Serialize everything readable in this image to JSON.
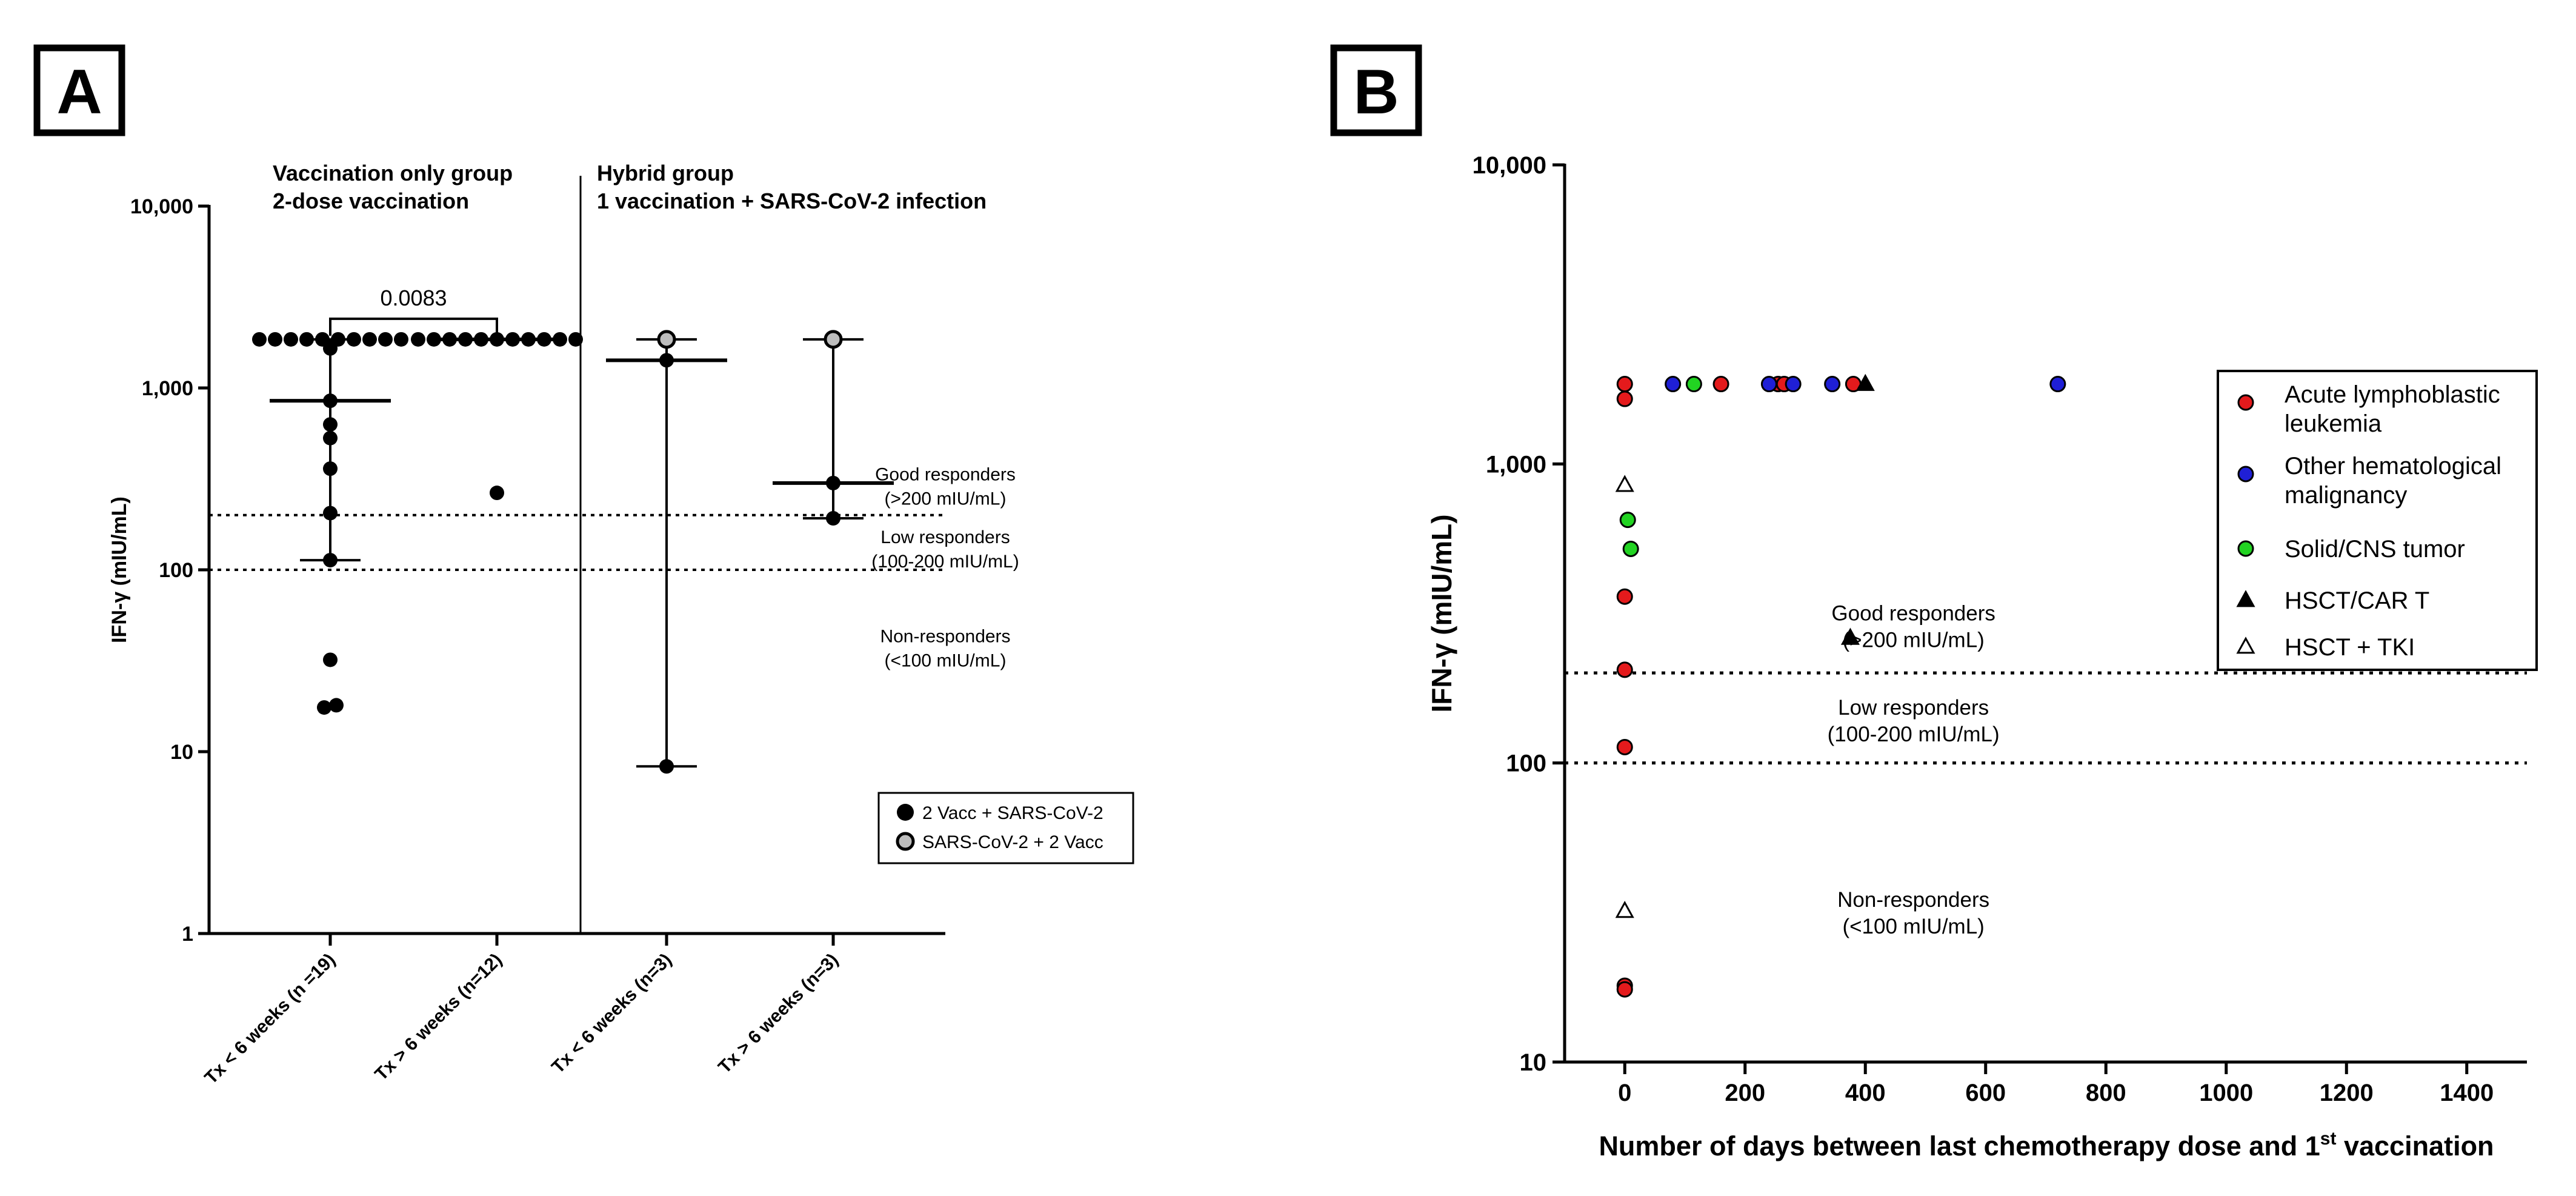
{
  "colors": {
    "axis": "#000000",
    "all": "#e41a1c",
    "other_heme": "#1f1fd6",
    "solid_cns": "#22d322",
    "vaccination_first": "#000000",
    "infection_first": "#bdbdbd"
  },
  "panels": {
    "a": {
      "label": "A"
    },
    "b": {
      "label": "B"
    }
  },
  "chart_data": [
    {
      "panel": "A",
      "type": "scatter",
      "y_scale": "log",
      "ylim": [
        1,
        10000
      ],
      "yticks": [
        1,
        10,
        100,
        1000,
        10000
      ],
      "ytick_labels": [
        "1",
        "10",
        "100",
        "1,000",
        "10,000"
      ],
      "ylabel": "IFN-γ (mIU/mL)",
      "xlabel": "",
      "categories": [
        "Tx < 6 weeks (n =19)",
        "Tx > 6 weeks (n=12)",
        "Tx < 6 weeks (n=3)",
        "Tx > 6 weeks (n=3)"
      ],
      "groups": [
        {
          "title_lines": [
            "Vaccination only group",
            "2-dose vaccination"
          ],
          "categories": [
            0,
            1
          ]
        },
        {
          "title_lines": [
            "Hybrid group",
            "1 vaccination + SARS-CoV-2 infection"
          ],
          "categories": [
            2,
            3
          ]
        }
      ],
      "series": [
        {
          "name": "2 Vacc + SARS-CoV-2",
          "marker": "filled-black",
          "points": [
            [
              0,
              1850
            ],
            [
              0,
              1850
            ],
            [
              0,
              1850
            ],
            [
              0,
              1850
            ],
            [
              0,
              1850
            ],
            [
              0,
              1850
            ],
            [
              0,
              1850
            ],
            [
              0,
              1850
            ],
            [
              0,
              1850
            ],
            [
              0,
              1850
            ],
            [
              0,
              1650
            ],
            [
              0,
              850
            ],
            [
              0,
              630
            ],
            [
              0,
              530
            ],
            [
              0,
              360
            ],
            [
              0,
              205
            ],
            [
              0,
              113
            ],
            [
              0,
              32
            ],
            [
              0,
              18
            ],
            [
              0,
              17.5
            ],
            [
              1,
              1850
            ],
            [
              1,
              1850
            ],
            [
              1,
              1850
            ],
            [
              1,
              1850
            ],
            [
              1,
              1850
            ],
            [
              1,
              1850
            ],
            [
              1,
              1850
            ],
            [
              1,
              1850
            ],
            [
              1,
              1850
            ],
            [
              1,
              1850
            ],
            [
              1,
              1850
            ],
            [
              1,
              265
            ],
            [
              2,
              1420
            ],
            [
              2,
              8.3
            ],
            [
              3,
              300
            ],
            [
              3,
              192
            ]
          ]
        },
        {
          "name": "SARS-CoV-2 + 2 Vacc",
          "marker": "filled-grey",
          "points": [
            [
              2,
              1850
            ],
            [
              3,
              1850
            ]
          ]
        }
      ],
      "summary": [
        {
          "category": 0,
          "center": 850,
          "low": 113,
          "high": 1850
        },
        {
          "category": 1,
          "center": 1850,
          "low": 1850,
          "high": 1850
        },
        {
          "category": 2,
          "center": 1420,
          "low": 8.3,
          "high": 1850
        },
        {
          "category": 3,
          "center": 300,
          "low": 192,
          "high": 1850
        }
      ],
      "significance": {
        "from": 0,
        "to": 1,
        "y": 2400,
        "label": "0.0083"
      },
      "thresholds": [
        200,
        100
      ],
      "annotations": [
        {
          "lines": [
            "Good responders",
            "(>200 mIU/mL)"
          ],
          "y": 310
        },
        {
          "lines": [
            "Low responders",
            "(100-200 mIU/mL)"
          ],
          "y": 140
        },
        {
          "lines": [
            "Non-responders",
            "(<100 mIU/mL)"
          ],
          "y": 40
        }
      ],
      "legend": {
        "placement": "bottom-right",
        "entries": [
          {
            "label": "2 Vacc + SARS-CoV-2",
            "marker": "filled-black"
          },
          {
            "label": "SARS-CoV-2 + 2 Vacc",
            "marker": "filled-grey"
          }
        ]
      }
    },
    {
      "panel": "B",
      "type": "scatter",
      "y_scale": "log",
      "ylim": [
        10,
        10000
      ],
      "yticks": [
        10,
        100,
        1000,
        10000
      ],
      "ytick_labels": [
        "10",
        "100",
        "1,000",
        "10,000"
      ],
      "ylabel": "IFN-γ (mIU/mL)",
      "xlim": [
        -100,
        1500
      ],
      "xticks": [
        0,
        200,
        400,
        600,
        800,
        1000,
        1200,
        1400
      ],
      "xtick_labels": [
        "0",
        "200",
        "400",
        "600",
        "800",
        "1000",
        "1200",
        "1400"
      ],
      "xlabel": {
        "main": "Number of days between last chemotherapy dose and 1",
        "superscript": "st",
        "tail": " vaccination"
      },
      "series": [
        {
          "name": [
            "Acute lymphoblastic",
            "leukemia"
          ],
          "marker": "circle",
          "color_key": "all",
          "points": [
            [
              0,
              1850
            ],
            [
              0,
              1650
            ],
            [
              0,
              360
            ],
            [
              0,
              205
            ],
            [
              0,
              113
            ],
            [
              0,
              18
            ],
            [
              0,
              17.5
            ],
            [
              160,
              1850
            ],
            [
              255,
              1850
            ],
            [
              265,
              1850
            ],
            [
              380,
              1850
            ]
          ]
        },
        {
          "name": [
            "Other hematological",
            "malignancy"
          ],
          "marker": "circle",
          "color_key": "other_heme",
          "points": [
            [
              80,
              1850
            ],
            [
              240,
              1850
            ],
            [
              280,
              1850
            ],
            [
              345,
              1850
            ],
            [
              720,
              1850
            ]
          ]
        },
        {
          "name": [
            "Solid/CNS tumor"
          ],
          "marker": "circle",
          "color_key": "solid_cns",
          "points": [
            [
              115,
              1850
            ],
            [
              5,
              650
            ],
            [
              10,
              520
            ]
          ]
        },
        {
          "name": [
            "HSCT/CAR T"
          ],
          "marker": "triangle-filled",
          "color_key": "axis",
          "points": [
            [
              400,
              1850
            ],
            [
              375,
              262
            ]
          ]
        },
        {
          "name": [
            "HSCT + TKI"
          ],
          "marker": "triangle-open",
          "color_key": "axis",
          "points": [
            [
              0,
              850
            ],
            [
              0,
              32
            ]
          ]
        }
      ],
      "thresholds": [
        200,
        100
      ],
      "annotations": [
        {
          "lines": [
            "Good responders",
            "(>200 mIU/mL)"
          ],
          "x": 480,
          "y": 300
        },
        {
          "lines": [
            "Low responders",
            "(100-200 mIU/mL)"
          ],
          "x": 480,
          "y": 145
        },
        {
          "lines": [
            "Non-responders",
            "(<100 mIU/mL)"
          ],
          "x": 480,
          "y": 33
        }
      ],
      "legend": {
        "placement": "top-right"
      }
    }
  ]
}
